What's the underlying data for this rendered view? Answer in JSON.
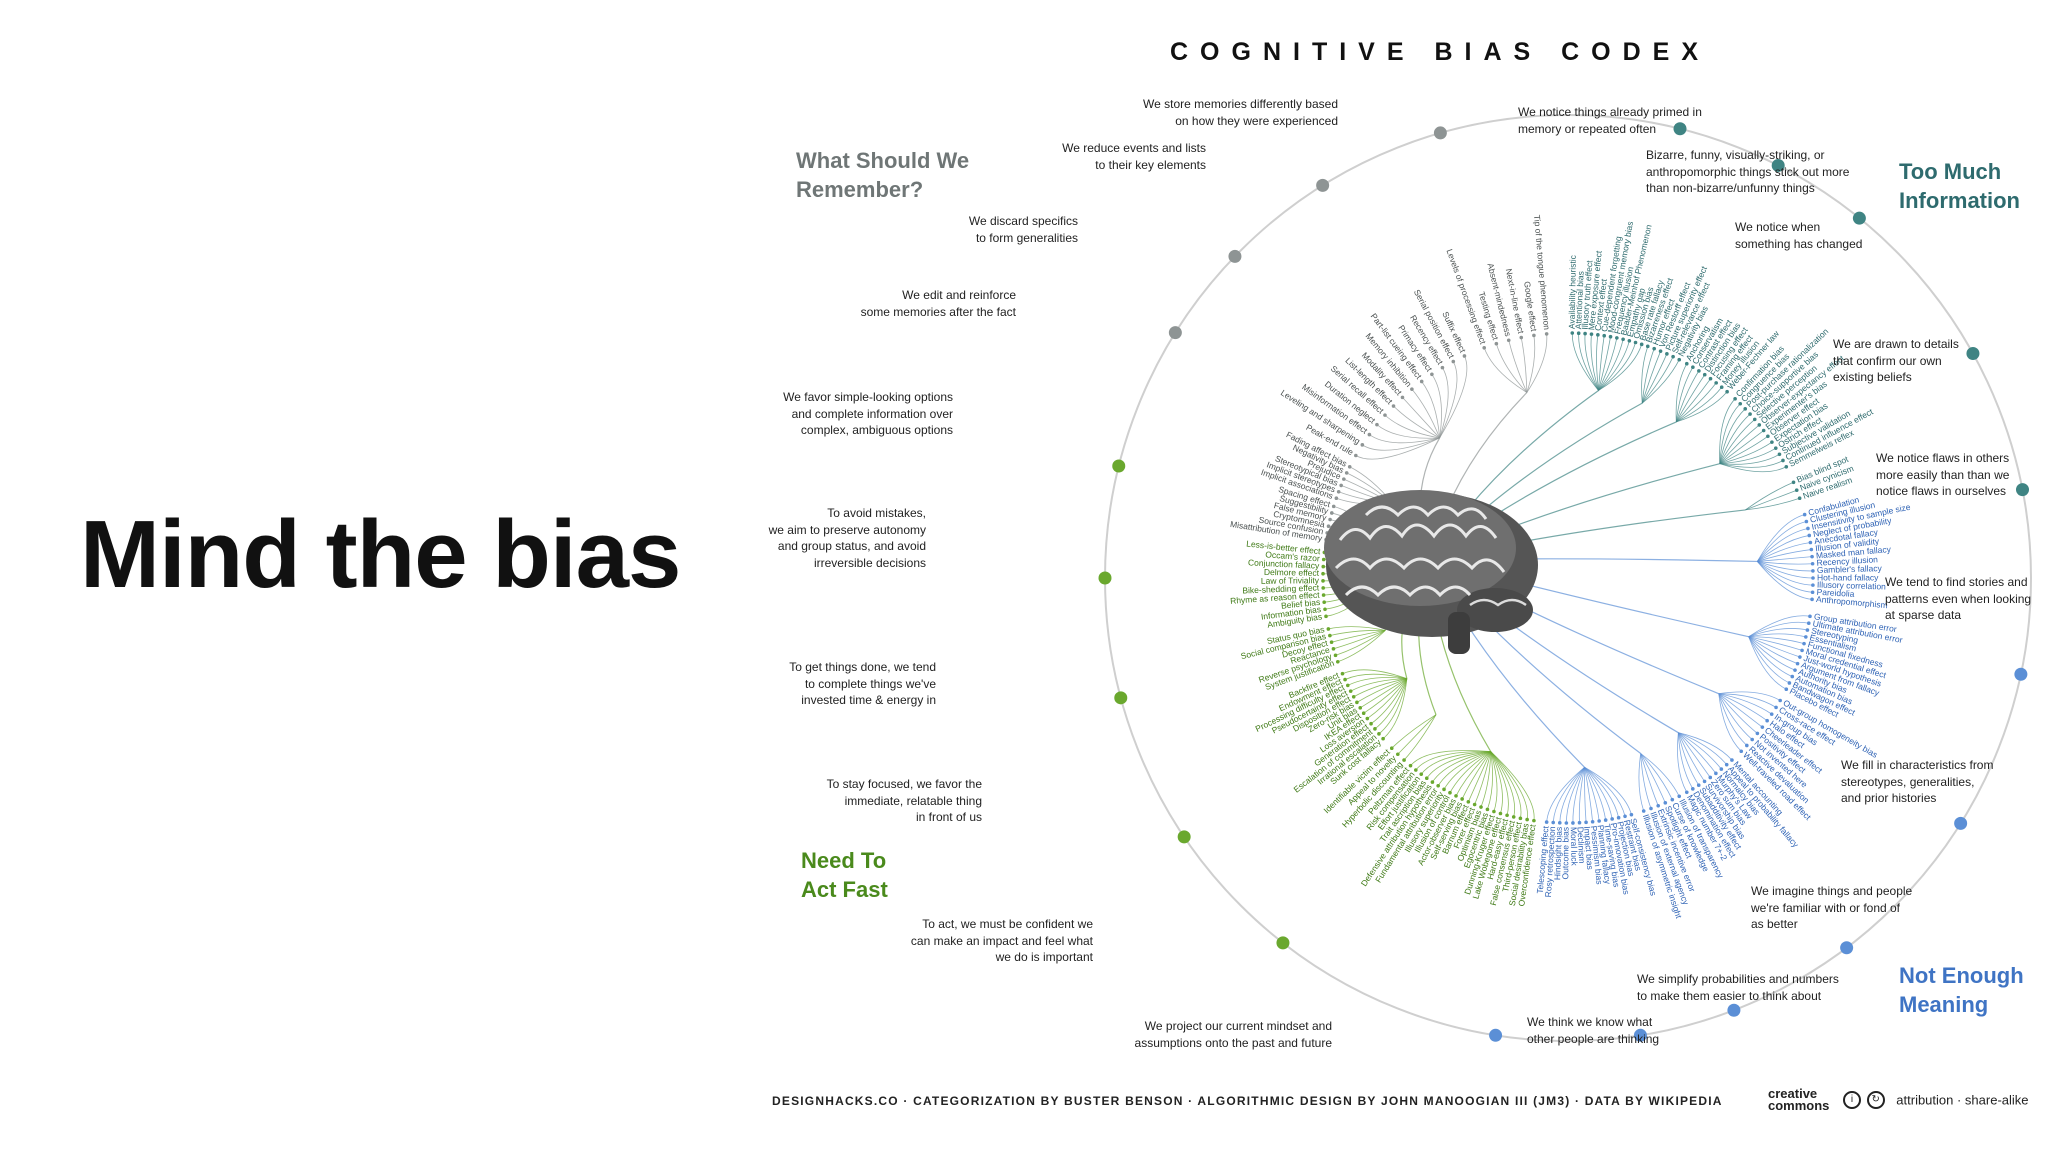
{
  "headline": "Mind the bias",
  "codex_title": "COGNITIVE BIAS CODEX",
  "categories": {
    "remember": {
      "line1": "What Should We",
      "line2": "Remember?",
      "color": "#6f7676"
    },
    "too_much": {
      "line1": "Too Much",
      "line2": "Information",
      "color": "#2e6b6e"
    },
    "act_fast": {
      "line1": "Need To",
      "line2": "Act Fast",
      "color": "#4a8a1c"
    },
    "meaning": {
      "line1": "Not Enough",
      "line2": "Meaning",
      "color": "#3f74c4"
    }
  },
  "subcategories": {
    "store_memories": [
      "We store memories differently based",
      "on how they were experienced"
    ],
    "reduce_events": [
      "We reduce events and lists",
      "to their key elements"
    ],
    "discard_specifics": [
      "We discard specifics",
      "to form generalities"
    ],
    "edit_reinforce": [
      "We edit and reinforce",
      "some memories after the fact"
    ],
    "favor_simple": [
      "We favor simple-looking options",
      "and complete information over",
      "complex, ambiguous options"
    ],
    "avoid_mistakes": [
      "To avoid mistakes,",
      "we aim to preserve autonomy",
      "and group status, and avoid",
      "irreversible decisions"
    ],
    "get_things_done": [
      "To get things done, we tend",
      "to complete things we've",
      "invested time & energy in"
    ],
    "stay_focused": [
      "To stay focused, we favor the",
      "immediate, relatable thing",
      "in front of us"
    ],
    "be_confident": [
      "To act, we must be confident we",
      "can make an impact and feel what",
      "we do is important"
    ],
    "project_mindset": [
      "We project our current mindset and",
      "assumptions onto the past and future"
    ],
    "think_we_know": [
      "We think we know what",
      "other people are thinking"
    ],
    "simplify_probabilities": [
      "We simplify probabilities and numbers",
      "to make them easier to think about"
    ],
    "imagine_familiar": [
      "We imagine things and people",
      "we're familiar with or fond of",
      "as better"
    ],
    "fill_characteristics": [
      "We fill in characteristics from",
      "stereotypes, generalities,",
      "and prior histories"
    ],
    "find_stories": [
      "We tend to find stories and",
      "patterns even when looking",
      "at sparse data"
    ],
    "notice_flaws": [
      "We notice flaws in others",
      "more easily than than we",
      "notice flaws in ourselves"
    ],
    "drawn_to_details": [
      "We are drawn to details",
      "that confirm our own",
      "existing beliefs"
    ],
    "notice_change": [
      "We notice when",
      "something has changed"
    ],
    "bizarre_things": [
      "Bizarre, funny, visually-striking, or",
      "anthropomorphic things stick out more",
      "than non-bizarre/unfunny things"
    ],
    "primed_memory": [
      "We notice things already primed in",
      "memory or repeated often"
    ]
  },
  "biases": {
    "primed_memory": [
      "Availability heuristic",
      "Attentional bias",
      "Illusory truth effect",
      "Mere exposure effect",
      "Context effect",
      "Cue-dependent forgetting",
      "Mood-congruent memory bias",
      "Frequency illusion",
      "Baader-Meinhof Phenomenon",
      "Empathy gap",
      "Omission bias",
      "Base rate fallacy"
    ],
    "bizarre_things": [
      "Bizarreness effect",
      "Humor effect",
      "Von Restorff effect",
      "Picture superiority effect",
      "Self-relevance effect",
      "Negativity bias"
    ],
    "notice_change": [
      "Anchoring",
      "Conservatism",
      "Contrast effect",
      "Distinction bias",
      "Focusing effect",
      "Framing effect",
      "Money illusion",
      "Weber-Fechner law"
    ],
    "drawn_to_details": [
      "Confirmation bias",
      "Congruence bias",
      "Post-purchase rationalization",
      "Choice-supportive bias",
      "Selective perception",
      "Observer-expectancy effect",
      "Experimenter's bias",
      "Observer effect",
      "Expectation bias",
      "Ostrich effect",
      "Subjective validation",
      "Continued influence effect",
      "Semmelweis reflex"
    ],
    "notice_flaws": [
      "Bias blind spot",
      "Naive cynicism",
      "Naive realism"
    ],
    "find_stories": [
      "Confabulation",
      "Clustering illusion",
      "Insensitivity to sample size",
      "Neglect of probability",
      "Anecdotal fallacy",
      "Illusion of validity",
      "Masked man fallacy",
      "Recency illusion",
      "Gambler's fallacy",
      "Hot-hand fallacy",
      "Illusory correlation",
      "Pareidolia",
      "Anthropomorphism"
    ],
    "fill_characteristics": [
      "Group attribution error",
      "Ultimate attribution error",
      "Stereotyping",
      "Essentialism",
      "Functional fixedness",
      "Moral credential effect",
      "Just-world hypothesis",
      "Argument from fallacy",
      "Authority bias",
      "Automation bias",
      "Bandwagon effect",
      "Placebo effect"
    ],
    "imagine_familiar": [
      "Out-group homogeneity bias",
      "Cross-race effect",
      "In-group bias",
      "Halo effect",
      "Cheerleader effect",
      "Positivity effect",
      "Not invented here",
      "Reactive devaluation",
      "Well-traveled road effect"
    ],
    "simplify_probabilities": [
      "Mental accounting",
      "Appeal to probability fallacy",
      "Normalcy bias",
      "Murphy's Law",
      "Zero sum bias",
      "Survivorship bias",
      "Subadditivity effect",
      "Denomination effect",
      "Magic number 7+-2"
    ],
    "think_we_know": [
      "Illusion of transparency",
      "Curse of knowledge",
      "Spotlight effect",
      "Extrinsic incentive error",
      "Illusion of external agency",
      "Illusion of asymmetric insight"
    ],
    "project_mindset": [
      "Self-consistency bias",
      "Restraint bias",
      "Projection bias",
      "Pro-innovation bias",
      "Time-saving bias",
      "Planning fallacy",
      "Pessimism bias",
      "Impact bias",
      "Declinism",
      "Moral luck",
      "Outcome bias",
      "Hindsight bias",
      "Rosy retrospection",
      "Telescoping effect"
    ],
    "be_confident": [
      "Overconfidence effect",
      "Social desirability bias",
      "Third-person effect",
      "False consensus effect",
      "Hard-easy effect",
      "Lake Wobegone effect",
      "Dunning-Kruger effect",
      "Egocentric bias",
      "Optimism bias",
      "Forer effect",
      "Barnum effect",
      "Self-serving bias",
      "Actor-observer bias",
      "Illusion of control",
      "Illusory superiority",
      "Fundamental attribution error",
      "Defensive attribution hypothesis",
      "Trait ascription bias",
      "Effort justification",
      "Risk compensation",
      "Peltzman effect"
    ],
    "stay_focused": [
      "Hyperbolic discounting",
      "Appeal to novelty",
      "Identifiable victim effect"
    ],
    "get_things_done": [
      "Sunk cost fallacy",
      "Irrational escalation",
      "Escalation of commitment",
      "Generation effect",
      "Loss aversion",
      "IKEA effect",
      "Unit bias",
      "Zero-risk bias",
      "Disposition effect",
      "Pseudocertainty effect",
      "Processing difficulty effect",
      "Endowment effect",
      "Backfire effect"
    ],
    "avoid_mistakes": [
      "System justification",
      "Reverse psychology",
      "Reactance",
      "Decoy effect",
      "Social comparison bias",
      "Status quo bias"
    ],
    "favor_simple": [
      "Ambiguity bias",
      "Information bias",
      "Belief bias",
      "Rhyme as reason effect",
      "Bike-shedding effect",
      "Law of Triviality",
      "Delmore effect",
      "Conjunction fallacy",
      "Occam's razor",
      "Less-is-better effect"
    ],
    "edit_reinforce": [
      "Misattribution of memory",
      "Source confusion",
      "Cryptomnesia",
      "False memory",
      "Suggestibility",
      "Spacing effect"
    ],
    "discard_specifics": [
      "Implicit associations",
      "Implicit stereotypes",
      "Stereotypical bias",
      "Prejudice",
      "Negativity bias",
      "Fading affect bias"
    ],
    "reduce_events": [
      "Peak-end rule",
      "Leveling and sharpening",
      "Misinformation effect",
      "Duration neglect",
      "Serial recall effect",
      "List-length effect",
      "Modality effect",
      "Memory inhibition",
      "Part-list cueing effect",
      "Primacy effect",
      "Recency effect",
      "Serial position effect",
      "Suffix effect"
    ],
    "store_memories": [
      "Levels of processing effect",
      "Testing effect",
      "Absent-mindedness",
      "Next-in-line effect",
      "Google effect",
      "Tip of the tongue phenomenon"
    ]
  },
  "footer": "DESIGNHACKS.CO · CATEGORIZATION BY BUSTER BENSON · ALGORITHMIC DESIGN BY JOHN MANOOGIAN III (JM3) · DATA BY WIKIPEDIA",
  "license": {
    "cc_line1": "creative",
    "cc_line2": "commons",
    "text": "attribution · share-alike"
  },
  "colors": {
    "gray": "#8e9494",
    "teal": "#3f8483",
    "green": "#6aa82e",
    "blue": "#5b8fd6",
    "ring": "#cfcfcf"
  }
}
